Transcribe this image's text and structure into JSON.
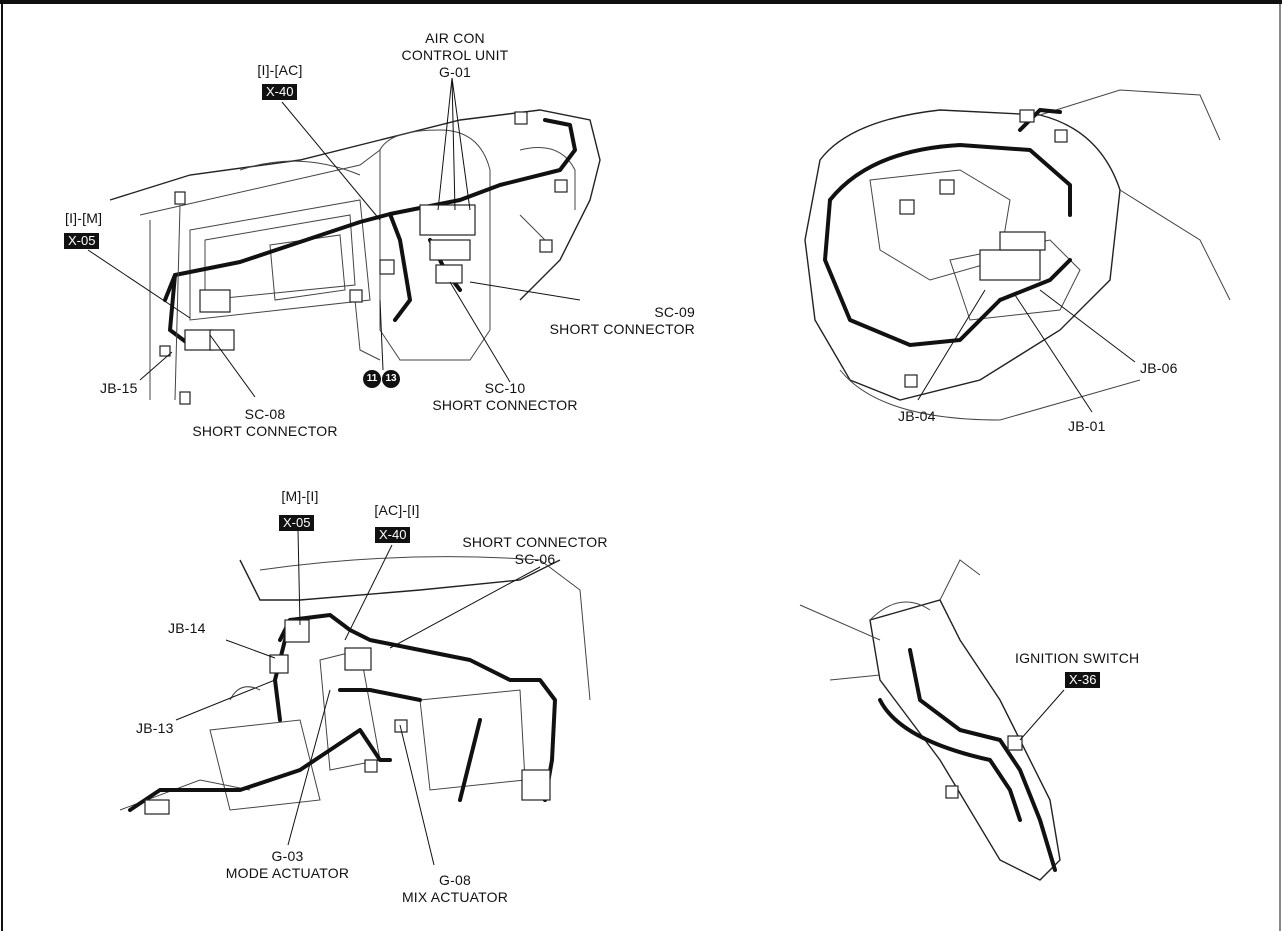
{
  "panel1": {
    "air_con_unit": {
      "line1": "AIR CON",
      "line2": "CONTROL UNIT",
      "code": "G-01"
    },
    "i_ac": {
      "label": "[I]-[AC]",
      "tag": "X-40"
    },
    "i_m": {
      "label": "[I]-[M]",
      "tag": "X-05"
    },
    "sc09": {
      "code": "SC-09",
      "name": "SHORT CONNECTOR"
    },
    "sc10": {
      "code": "SC-10",
      "name": "SHORT CONNECTOR"
    },
    "sc08": {
      "code": "SC-08",
      "name": "SHORT CONNECTOR"
    },
    "jb15": "JB-15",
    "connector_refs": [
      "11",
      "13"
    ]
  },
  "panel2": {
    "jb06": "JB-06",
    "jb04": "JB-04",
    "jb01": "JB-01"
  },
  "panel3": {
    "m_i": {
      "label": "[M]-[I]",
      "tag": "X-05"
    },
    "ac_i": {
      "label": "[AC]-[I]",
      "tag": "X-40"
    },
    "sc06": {
      "name": "SHORT CONNECTOR",
      "code": "SC-06"
    },
    "jb14": "JB-14",
    "jb13": "JB-13",
    "g03": {
      "code": "G-03",
      "name": "MODE ACTUATOR"
    },
    "g08": {
      "code": "G-08",
      "name": "MIX ACTUATOR"
    }
  },
  "panel4": {
    "ignition": {
      "name": "IGNITION SWITCH",
      "tag": "X-36"
    }
  }
}
